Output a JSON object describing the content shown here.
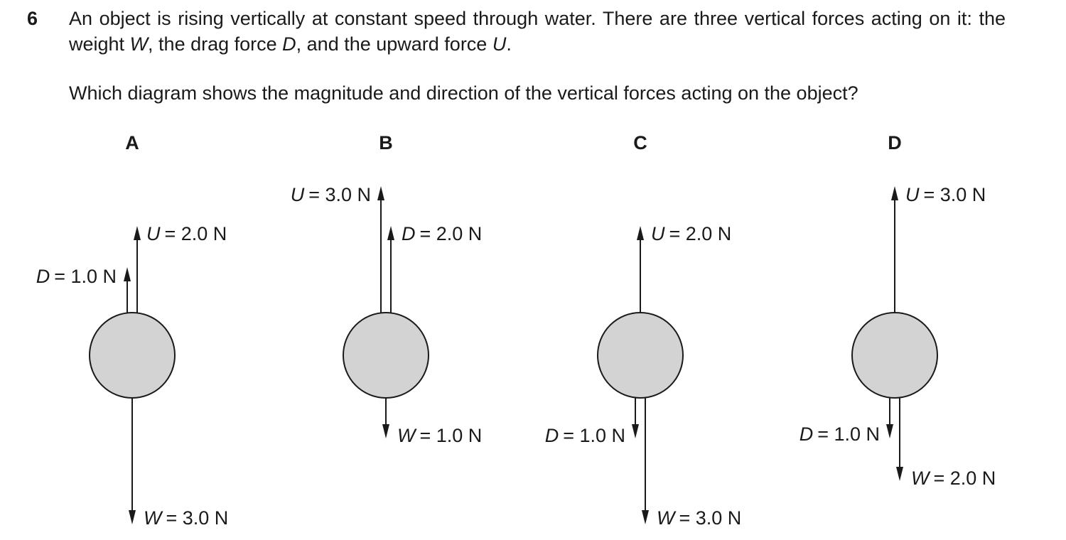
{
  "question": {
    "number": "6",
    "stem_part1": "An object is rising vertically at constant speed through water. There are three vertical forces acting on it: the weight ",
    "sym_W": "W",
    "stem_part2": ", the drag force ",
    "sym_D": "D",
    "stem_part3": ", and the upward force ",
    "sym_U": "U",
    "stem_part4": ".",
    "prompt": "Which diagram shows the magnitude and direction of the vertical forces acting on the object?"
  },
  "options": [
    {
      "letter": "A",
      "forces": [
        {
          "symbol": "D",
          "value": "= 1.0 N",
          "direction": "up",
          "magnitude": 1.0
        },
        {
          "symbol": "U",
          "value": "= 2.0 N",
          "direction": "up",
          "magnitude": 2.0
        },
        {
          "symbol": "W",
          "value": "= 3.0 N",
          "direction": "down",
          "magnitude": 3.0
        }
      ]
    },
    {
      "letter": "B",
      "forces": [
        {
          "symbol": "U",
          "value": "= 3.0 N",
          "direction": "up",
          "magnitude": 3.0
        },
        {
          "symbol": "D",
          "value": "= 2.0 N",
          "direction": "up",
          "magnitude": 2.0
        },
        {
          "symbol": "W",
          "value": "= 1.0 N",
          "direction": "down",
          "magnitude": 1.0
        }
      ]
    },
    {
      "letter": "C",
      "forces": [
        {
          "symbol": "U",
          "value": "= 2.0 N",
          "direction": "up",
          "magnitude": 2.0
        },
        {
          "symbol": "D",
          "value": "= 1.0 N",
          "direction": "down",
          "magnitude": 1.0
        },
        {
          "symbol": "W",
          "value": "= 3.0 N",
          "direction": "down",
          "magnitude": 3.0
        }
      ]
    },
    {
      "letter": "D",
      "forces": [
        {
          "symbol": "U",
          "value": "= 3.0 N",
          "direction": "up",
          "magnitude": 3.0
        },
        {
          "symbol": "D",
          "value": "= 1.0 N",
          "direction": "down",
          "magnitude": 1.0
        },
        {
          "symbol": "W",
          "value": "= 2.0 N",
          "direction": "down",
          "magnitude": 2.0
        }
      ]
    }
  ],
  "colors": {
    "object_fill": "#d3d3d3",
    "ink": "#1a1a1a"
  }
}
